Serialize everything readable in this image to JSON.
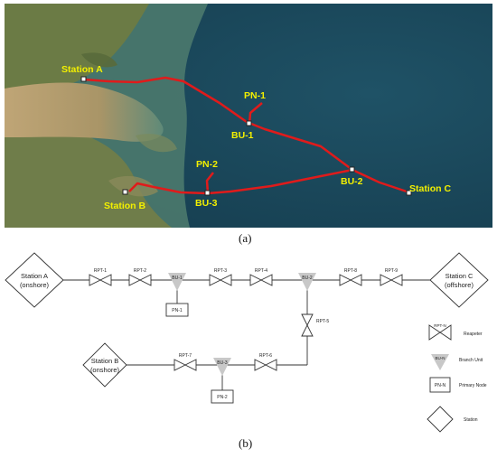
{
  "map_panel": {
    "caption": "(a)",
    "stations": {
      "a": "Station A",
      "b": "Station B",
      "c": "Station C"
    },
    "branch_units": {
      "bu1": "BU-1",
      "bu2": "BU-2",
      "bu3": "BU-3"
    },
    "primary_nodes": {
      "pn1": "PN-1",
      "pn2": "PN-2"
    },
    "colors": {
      "cable": "#e01b1b",
      "label": "#f3f000",
      "sea": "#1c4a5e",
      "land": "#6f7f48",
      "silt": "#b69b6a"
    }
  },
  "schematic": {
    "caption": "(b)",
    "stations": {
      "a_line1": "Station A",
      "a_line2": "(onshore)",
      "b_line1": "Station B",
      "b_line2": "(onshore)",
      "c_line1": "Station C",
      "c_line2": "(offshore)"
    },
    "repeaters": {
      "rpt1": "RPT-1",
      "rpt2": "RPT-2",
      "rpt3": "RPT-3",
      "rpt4": "RPT-4",
      "rpt5": "RPT-5",
      "rpt6": "RPT-6",
      "rpt7": "RPT-7",
      "rpt8": "RPT-8",
      "rpt9": "RPT-9"
    },
    "branch_units": {
      "bu1": "BU-1",
      "bu2": "BU-2",
      "bu3": "BU-3"
    },
    "primary_nodes": {
      "pn1": "PN-1",
      "pn2": "PN-2"
    },
    "legend": {
      "repeater_symbol": "RPT-N",
      "repeater_text": "Reapeter",
      "bu_symbol": "BU-N",
      "bu_text": "Branch Unit",
      "pn_symbol": "PN-N",
      "pn_text": "Primary Node",
      "station_text": "Station"
    }
  }
}
